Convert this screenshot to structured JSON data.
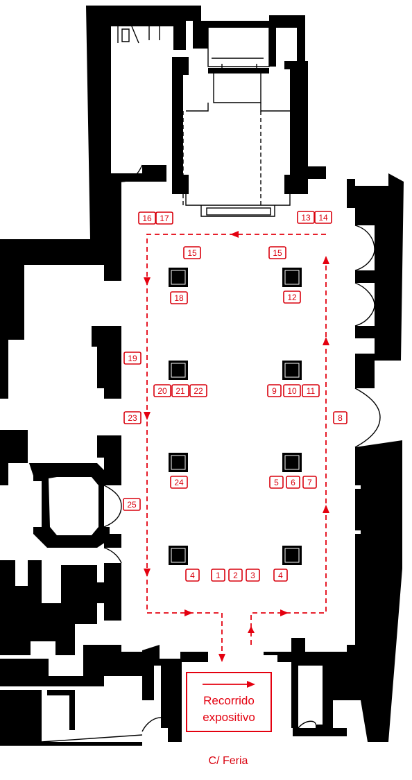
{
  "plan": {
    "markers": {
      "m1": "1",
      "m2": "2",
      "m3": "3",
      "m4a": "4",
      "m4b": "4",
      "m5": "5",
      "m6": "6",
      "m7": "7",
      "m8": "8",
      "m9": "9",
      "m10": "10",
      "m11": "11",
      "m12": "12",
      "m13": "13",
      "m14": "14",
      "m15a": "15",
      "m15b": "15",
      "m16": "16",
      "m17": "17",
      "m18": "18",
      "m19": "19",
      "m20": "20",
      "m21": "21",
      "m22": "22",
      "m23": "23",
      "m24": "24",
      "m25": "25"
    },
    "legend": {
      "line1": "Recorrido",
      "line2": "expositivo"
    },
    "street": "C/ Feria",
    "colors": {
      "route": "#e4000f",
      "walls": "#000000",
      "background": "#ffffff"
    }
  }
}
